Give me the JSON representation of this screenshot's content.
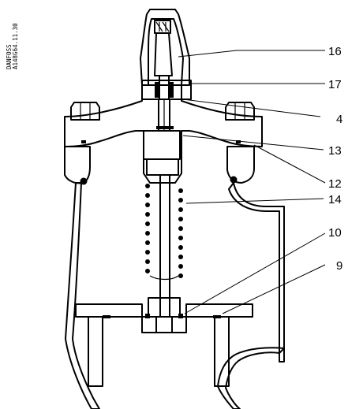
{
  "figure": {
    "side_text": {
      "line1": "DANFOSS",
      "line2": "A148G64.11.30"
    },
    "labels": [
      {
        "id": "16",
        "text": "16"
      },
      {
        "id": "17",
        "text": "17"
      },
      {
        "id": "4",
        "text": "4"
      },
      {
        "id": "13",
        "text": "13"
      },
      {
        "id": "12",
        "text": "12"
      },
      {
        "id": "14",
        "text": "14"
      },
      {
        "id": "10",
        "text": "10"
      },
      {
        "id": "9",
        "text": "9"
      }
    ]
  }
}
